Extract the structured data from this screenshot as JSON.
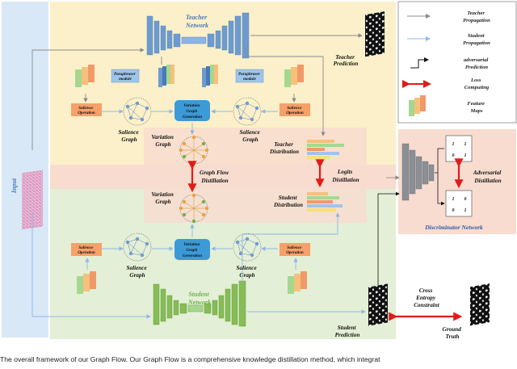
{
  "labels": {
    "input": "Input",
    "teacher_network": [
      "Teacher",
      "Network"
    ],
    "student_network": [
      "Student",
      "Network"
    ],
    "teacher_prediction": [
      "Teacher",
      "Prediction"
    ],
    "student_prediction": [
      "Student",
      "Prediction"
    ],
    "ground_truth": [
      "Ground",
      "Truth"
    ],
    "paraphraser_module": [
      "Paraphraser",
      "module"
    ],
    "salience_operation": [
      "Salience",
      "Operation"
    ],
    "salience_graph": [
      "Salience",
      "Graph"
    ],
    "variation_graph": [
      "Variation",
      "Graph"
    ],
    "variation_graph_generation": [
      "Variation",
      "Graph",
      "Generation"
    ],
    "graph_flow_distillation": [
      "Graph Flow",
      "Distillation"
    ],
    "teacher_distribution": [
      "Teacher",
      "Distribution"
    ],
    "student_distribution": [
      "Student",
      "Distribution"
    ],
    "logits_distillation": [
      "Logits",
      "Distillation"
    ],
    "adversarial_distillation": [
      "Adversarial",
      "Distillation"
    ],
    "discriminator_network": "Discriminator Network",
    "cross_entropy_constraint": [
      "Cross",
      "Entropy",
      "Constraint"
    ]
  },
  "matrix_top": [
    "1",
    "1",
    "0",
    "1"
  ],
  "matrix_bottom": [
    "1",
    "0",
    "0",
    "1"
  ],
  "legend": [
    {
      "icon": "gray-arrow",
      "text": [
        "Teacher",
        "Propagation"
      ]
    },
    {
      "icon": "light-blue-arrow",
      "text": [
        "Student",
        "Propagation"
      ]
    },
    {
      "icon": "step-arrow",
      "text": [
        "adversarial",
        "Prediction"
      ]
    },
    {
      "icon": "double-red-arrow",
      "text": [
        "Loss",
        "Computing"
      ]
    },
    {
      "icon": "feature-maps",
      "text": [
        "Feature",
        "Maps"
      ]
    }
  ],
  "caption": "The overall framework of our Graph Flow. Our Graph Flow is a comprehensive knowledge distillation method, which integrat",
  "colors": {
    "teacher_region": "#fbf0c9",
    "student_region": "#e3efd6",
    "distill_band": "#f8dccf",
    "input_strip": "#d8e8f7",
    "teacher_net": "#6d9bd0",
    "student_net": "#86bd56",
    "loss_arrow": "#e01b1b",
    "generation_box": "#3c9ad6"
  }
}
